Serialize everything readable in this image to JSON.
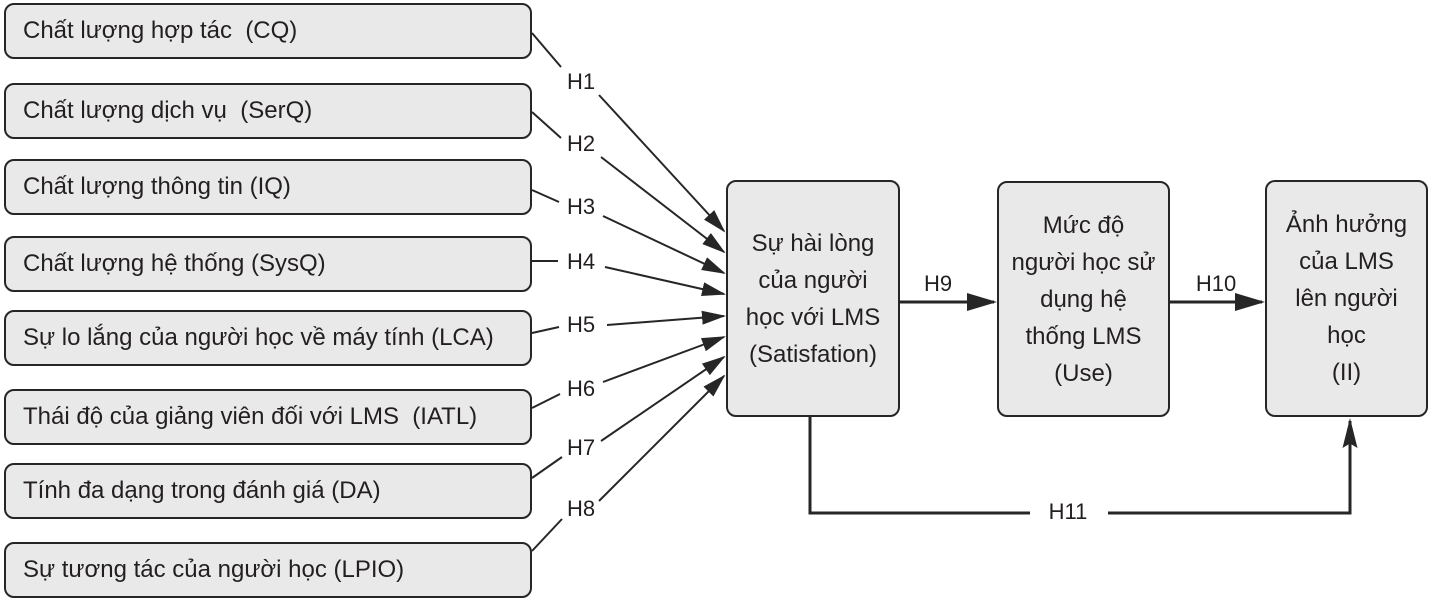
{
  "diagram": {
    "title": "LMS success research model",
    "colors": {
      "background": "#ffffff",
      "box_fill": "#e9e9e9",
      "box_border": "#262626",
      "text": "#231f20"
    },
    "left_boxes": [
      {
        "id": "CQ",
        "label": "Chất lượng hợp tác  (CQ)",
        "hypothesis": "H1"
      },
      {
        "id": "SerQ",
        "label": "Chất lượng dịch vụ  (SerQ)",
        "hypothesis": "H2"
      },
      {
        "id": "IQ",
        "label": "Chất lượng thông tin (IQ)",
        "hypothesis": "H3"
      },
      {
        "id": "SysQ",
        "label": "Chất lượng hệ thống (SysQ)",
        "hypothesis": "H4"
      },
      {
        "id": "LCA",
        "label": "Sự lo lắng của người học về máy tính (LCA)",
        "hypothesis": "H5"
      },
      {
        "id": "IATL",
        "label": "Thái độ của giảng viên đối với LMS  (IATL)",
        "hypothesis": "H6"
      },
      {
        "id": "DA",
        "label": "Tính đa dạng trong đánh giá (DA)",
        "hypothesis": "H7"
      },
      {
        "id": "LPIO",
        "label": "Sự tương tác của người học (LPIO)",
        "hypothesis": "H8"
      }
    ],
    "center_boxes": [
      {
        "id": "satisfaction",
        "lines": [
          "Sự hài lòng",
          "của người",
          "học với LMS",
          "(Satisfation)"
        ]
      },
      {
        "id": "use",
        "lines": [
          "Mức độ",
          "người học sử",
          "dụng hệ",
          "thống LMS",
          "(Use)"
        ]
      },
      {
        "id": "impact",
        "lines": [
          "Ảnh hưởng",
          "của LMS",
          "lên người",
          "học",
          "(II)"
        ]
      }
    ],
    "path_labels": {
      "h9": "H9",
      "h10": "H10",
      "h11": "H11"
    }
  }
}
